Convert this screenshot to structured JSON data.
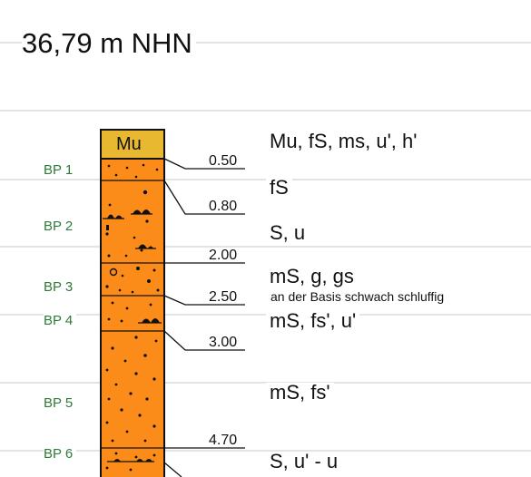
{
  "elevation_label": "36,79 m NHN",
  "column_header": "Mu",
  "samples": [
    "BP 1",
    "BP 2",
    "BP 3",
    "BP 4",
    "BP 5",
    "BP 6"
  ],
  "depths": [
    "0.50",
    "0.80",
    "2.00",
    "2.50",
    "3.00",
    "4.70"
  ],
  "layers": [
    {
      "description": "Mu, fS, ms, u', h'"
    },
    {
      "description": "fS"
    },
    {
      "description": "S, u"
    },
    {
      "description": "mS, g, gs",
      "note": "an der Basis schwach schluffig"
    },
    {
      "description": "mS, fs', u'"
    },
    {
      "description": "mS, fs'"
    },
    {
      "description": "S, u' - u"
    }
  ],
  "colors": {
    "topsoil": "#e8b830",
    "sand": "#fb8c1a",
    "outline": "#111111",
    "gridline": "#c8c8c8",
    "sample_text": "#2f7a3a"
  }
}
